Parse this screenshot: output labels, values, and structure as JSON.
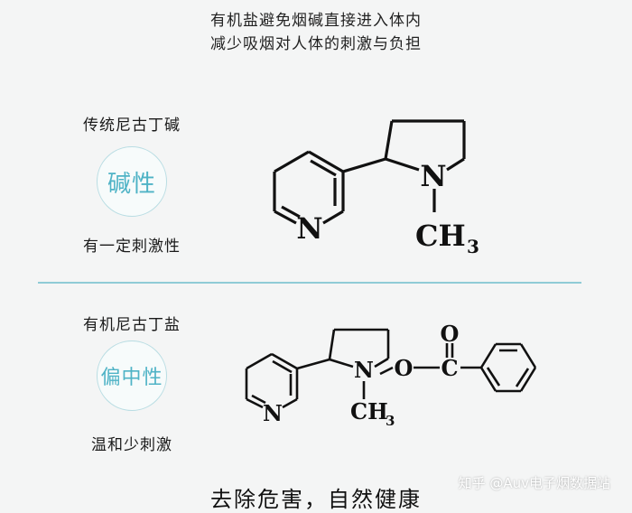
{
  "header": {
    "line1": "有机盐避免烟碱直接进入体内",
    "line2": "减少吸烟对人体的刺激与负担"
  },
  "section1": {
    "title": "传统尼古丁碱",
    "badge": "碱性",
    "caption": "有一定刺激性",
    "atoms": {
      "n_ring": "N",
      "n_pyrrolidine": "N",
      "methyl_main": "CH",
      "methyl_sub": "3"
    }
  },
  "section2": {
    "title": "有机尼古丁盐",
    "badge": "偏中性",
    "caption": "温和少刺激",
    "atoms": {
      "n_ring": "N",
      "n_pyrrolidine": "N",
      "methyl_main": "CH",
      "methyl_sub": "3",
      "oxygen_link": "O",
      "oxygen_carbonyl": "O",
      "carbon": "C"
    }
  },
  "footer": {
    "text": "去除危害，自然健康"
  },
  "watermark": {
    "text": "知乎 @Auv电子烟数据站"
  },
  "colors": {
    "accent": "#4fb3c6",
    "divider": "#8fcbd6",
    "background": "#f4f5f5"
  }
}
